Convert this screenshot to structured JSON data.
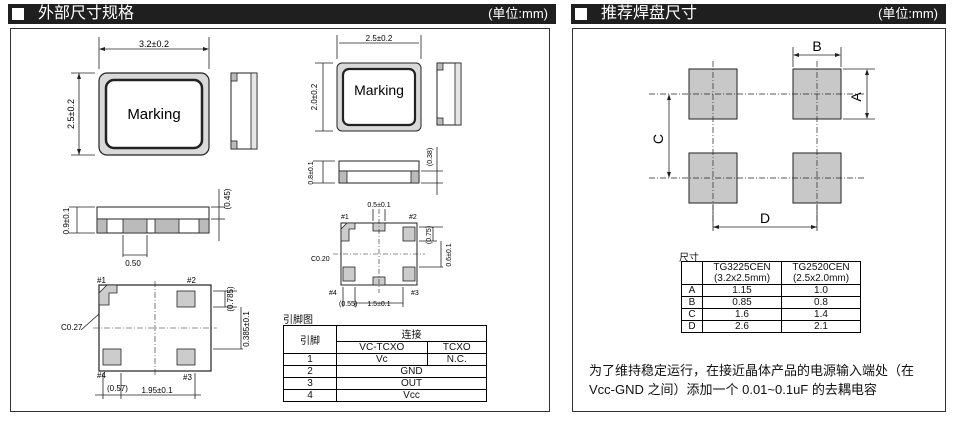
{
  "left": {
    "title": "外部尺寸规格",
    "unit": "(单位:mm)",
    "main_width": "3.2±0.2",
    "main_height": "2.5±0.2",
    "marking": "Marking",
    "side_height": "0.9±0.1",
    "side_top": "(0.45)",
    "side_bottom": "0.50",
    "pin1": "#1",
    "pin2": "#2",
    "pin3": "#3",
    "pin4": "#4",
    "bot_chamfer": "C0.27",
    "bot_right": "(0.785)",
    "bot_right2": "0.385±0.1",
    "bot_left": "(0.57)",
    "bot_width": "1.95±0.1",
    "small_width": "2.5±0.2",
    "small_height": "2.0±0.2",
    "small_side_h": "0.8±0.1",
    "small_side_top": "(0.38)",
    "small_pad_w": "0.5±0.1",
    "small_chamfer": "C0.20",
    "small_right": "(0.75)",
    "small_right2": "0.6±0.1",
    "small_bl": "(0.55)",
    "small_bw": "1.5±0.1",
    "pin_title": "引脚图",
    "pin_table": {
      "h_pin": "引脚",
      "h_conn": "连接",
      "h_vc": "VC-TCXO",
      "h_tc": "TCXO",
      "rows": [
        {
          "pin": "1",
          "vc": "Vc",
          "tc": "N.C."
        },
        {
          "pin": "2",
          "all": "GND"
        },
        {
          "pin": "3",
          "all": "OUT"
        },
        {
          "pin": "4",
          "all": "Vcc"
        }
      ]
    }
  },
  "right": {
    "title": "推荐焊盘尺寸",
    "unit": "(单位:mm)",
    "label_a": "A",
    "label_b": "B",
    "label_c": "C",
    "label_d": "D",
    "dim_title": "尺寸",
    "dim_table": {
      "h1": "TG3225CEN",
      "h1b": "(3.2x2.5mm)",
      "h2": "TG2520CEN",
      "h2b": "(2.5x2.0mm)",
      "rows": [
        {
          "k": "A",
          "a": "1.15",
          "b": "1.0"
        },
        {
          "k": "B",
          "a": "0.85",
          "b": "0.8"
        },
        {
          "k": "C",
          "a": "1.6",
          "b": "1.4"
        },
        {
          "k": "D",
          "a": "2.6",
          "b": "2.1"
        }
      ]
    },
    "note1": "为了维持稳定运行，在接近晶体产品的电源输入端处（在",
    "note2": "Vcc-GND 之间）添加一个 0.01~0.1uF 的去耦电容"
  }
}
